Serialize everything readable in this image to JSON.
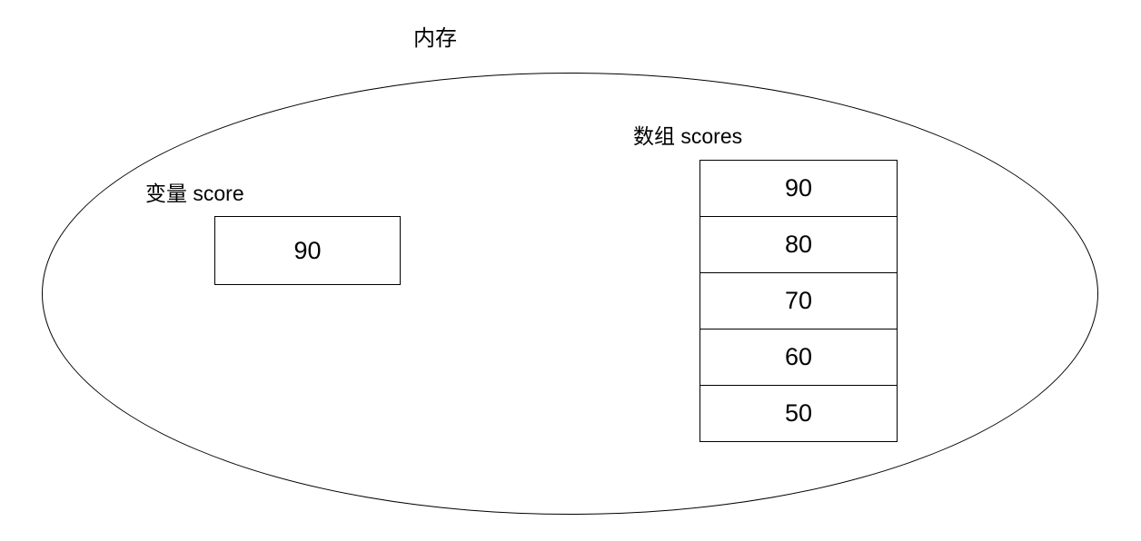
{
  "title": "内存",
  "variable": {
    "label": "变量 score",
    "value": "90"
  },
  "array": {
    "label": "数组 scores",
    "values": [
      "90",
      "80",
      "70",
      "60",
      "50"
    ]
  },
  "colors": {
    "line": "#000000",
    "text": "#000000",
    "background": "#ffffff"
  }
}
